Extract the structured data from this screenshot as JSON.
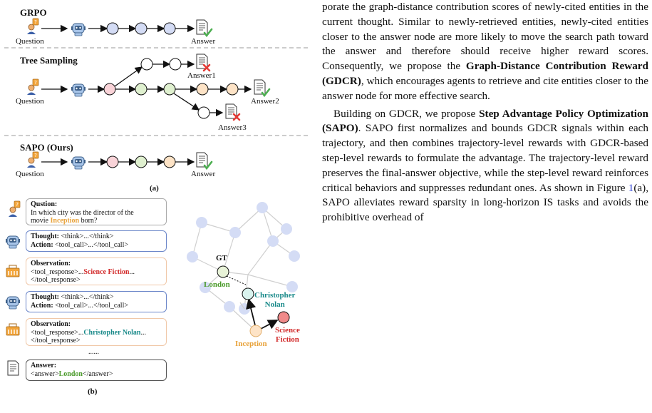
{
  "figure": {
    "panel_a": {
      "sections": [
        {
          "title": "GRPO",
          "start_label": "Question",
          "end_label": "Answer"
        },
        {
          "title": "Tree Sampling",
          "start_label": "Question",
          "end_labels": [
            "Answer1",
            "Answer2",
            "Answer3"
          ]
        },
        {
          "title": "SAPO (Ours)",
          "start_label": "Question",
          "end_label": "Answer"
        }
      ],
      "caption": "(a)"
    },
    "panel_b": {
      "steps": [
        {
          "type": "question",
          "head": "Qustion:",
          "line1": "In which city was the director of the",
          "line2_pre": "movie ",
          "line2_hl": "Inception",
          "line2_post": " born?"
        },
        {
          "type": "thought",
          "head1": "Thought:",
          "text1": " <think>...</think>",
          "head2": "Action:",
          "text2": " <tool_call>...</tool_call>"
        },
        {
          "type": "observation",
          "head": "Observation:",
          "line1_pre": "<tool_response>...",
          "line1_hl": "Science Fiction",
          "line1_post": "...",
          "line2": "</tool_response>"
        },
        {
          "type": "thought",
          "head1": "Thought:",
          "text1": " <think>...</think>",
          "head2": "Action:",
          "text2": " <tool_call>...</tool_call>"
        },
        {
          "type": "observation",
          "head": "Observation:",
          "line1_pre": "<tool_response>...",
          "line1_hl": "Christopher Nolan",
          "line1_post": "...",
          "line2": "</tool_response>"
        },
        {
          "type": "answer",
          "head": "Answer:",
          "pre": "<answer>",
          "hl": "London",
          "post": "</answer>"
        }
      ],
      "ellipsis": "......",
      "graph_labels": {
        "gt": "GT",
        "london": "London",
        "nolan1": "Christopher",
        "nolan2": "Nolan",
        "inception": "Inception",
        "scifi1": "Science",
        "scifi2": "Fiction"
      },
      "caption": "(b)"
    },
    "colors": {
      "pink": "#f9d3d8",
      "blue": "#d4dcf5",
      "green": "#dff0cf",
      "peach": "#fde3c6",
      "red_node": "#f08a8a",
      "gt_node": "#e8f3d8"
    }
  },
  "body": {
    "p1_a": "porate the graph-distance contribution scores of newly-cited entities in the current thought. Similar to newly-retrieved entities, newly-cited entities closer to the answer node are more likely to move the search path toward the answer and therefore should receive higher reward scores. Consequently, we propose the ",
    "p1_bold": "Graph-Distance Contribution Reward (GDCR)",
    "p1_b": ", which encourages agents to retrieve and cite entities closer to the answer node for more effective search.",
    "p2_a": "Building on GDCR, we propose ",
    "p2_bold": "Step Advantage Policy Optimization (SAPO)",
    "p2_b": ". SAPO first normalizes and bounds GDCR signals within each trajectory, and then combines trajectory-level rewards with GDCR-based step-level rewards to formulate the advantage. The trajectory-level reward preserves the final-answer objective, while the step-level reward reinforces critical behaviors and suppresses redundant ones. As shown in Figure ",
    "p2_ref": "1",
    "p2_c": "(a), SAPO alleviates reward sparsity in long-horizon IS tasks and avoids the prohibitive overhead of"
  }
}
